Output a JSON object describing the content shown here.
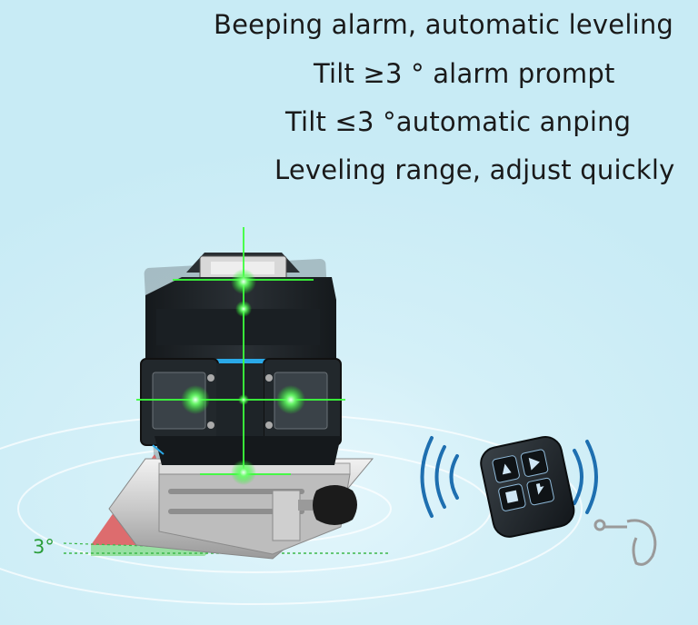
{
  "features": [
    "Beeping alarm, automatic leveling",
    "Tilt ≥3 ° alarm prompt",
    "Tilt ≤3 °automatic anping",
    "Leveling range, adjust quickly"
  ],
  "angle_label": "3°",
  "colors": {
    "background": "#d4f0f8",
    "laser_green": "#3cff3c",
    "accent_blue": "#2aa9e8",
    "device_body": "#1d2226",
    "tilt_wedge": "#e04040",
    "angle_text": "#2a9d3a"
  },
  "icons": [
    "laser-level-device",
    "remote-control-icon",
    "key-ring-icon",
    "signal-waves-icon"
  ]
}
